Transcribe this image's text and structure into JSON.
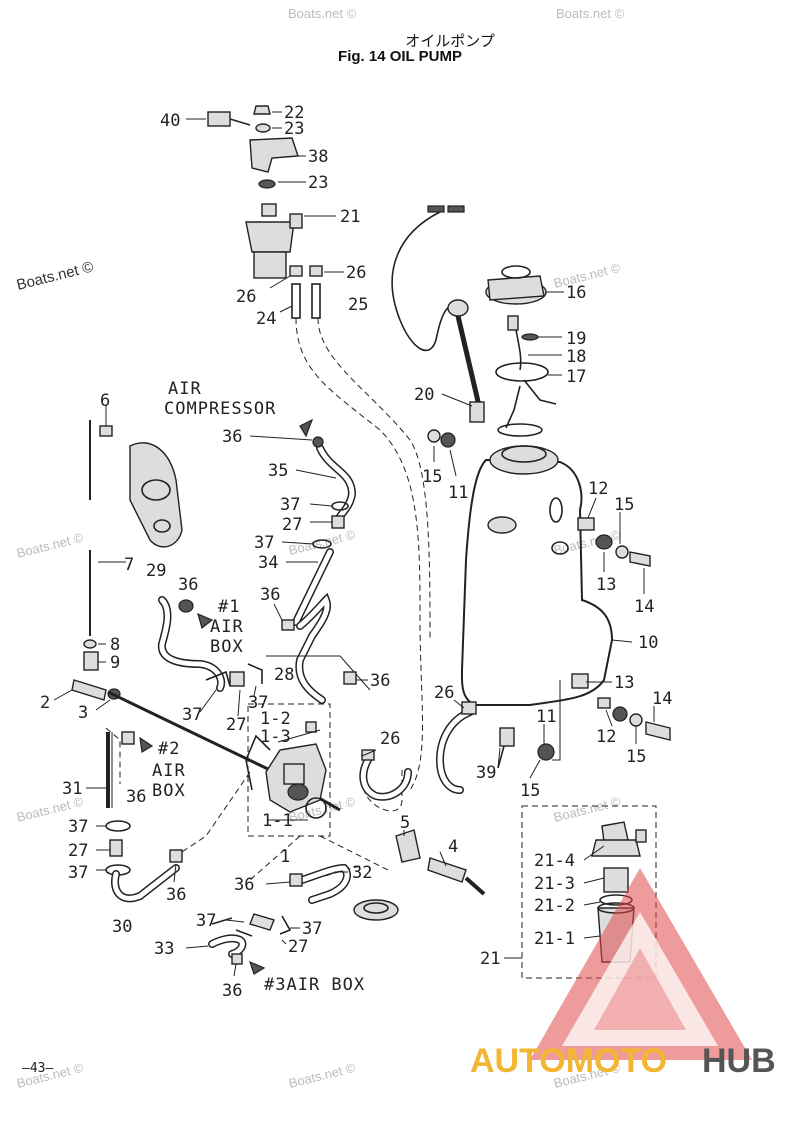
{
  "title_jp": "オイルポンプ",
  "title_en": "Fig. 14   OIL PUMP",
  "watermark": "Boats.net ©",
  "page_number": "—43—",
  "logo": {
    "part1": "AUTOMOTO",
    "part2": "HUB"
  },
  "labels": {
    "air_compressor_1": "AIR",
    "air_compressor_2": "COMPRESSOR",
    "airbox1_a": "#1",
    "airbox1_b": "AIR",
    "airbox1_c": "BOX",
    "airbox2_a": "#2",
    "airbox2_b": "AIR",
    "airbox2_c": "BOX",
    "airbox3": "#3AIR BOX"
  },
  "callouts": [
    "40",
    "22",
    "23",
    "38",
    "23",
    "21",
    "26",
    "26",
    "24",
    "25",
    "16",
    "19",
    "18",
    "17",
    "20",
    "15",
    "11",
    "12",
    "15",
    "13",
    "14",
    "6",
    "36",
    "35",
    "37",
    "27",
    "37",
    "34",
    "7",
    "29",
    "36",
    "36",
    "8",
    "9",
    "2",
    "3",
    "28",
    "36",
    "37",
    "27",
    "37",
    "1-2",
    "1-3",
    "26",
    "10",
    "13",
    "14",
    "26",
    "11",
    "12",
    "15",
    "39",
    "15",
    "31",
    "36",
    "37",
    "27",
    "37",
    "30",
    "36",
    "1",
    "1-1",
    "5",
    "4",
    "36",
    "32",
    "37",
    "37",
    "27",
    "33",
    "36",
    "21-4",
    "21-3",
    "21-2",
    "21-1",
    "21"
  ]
}
